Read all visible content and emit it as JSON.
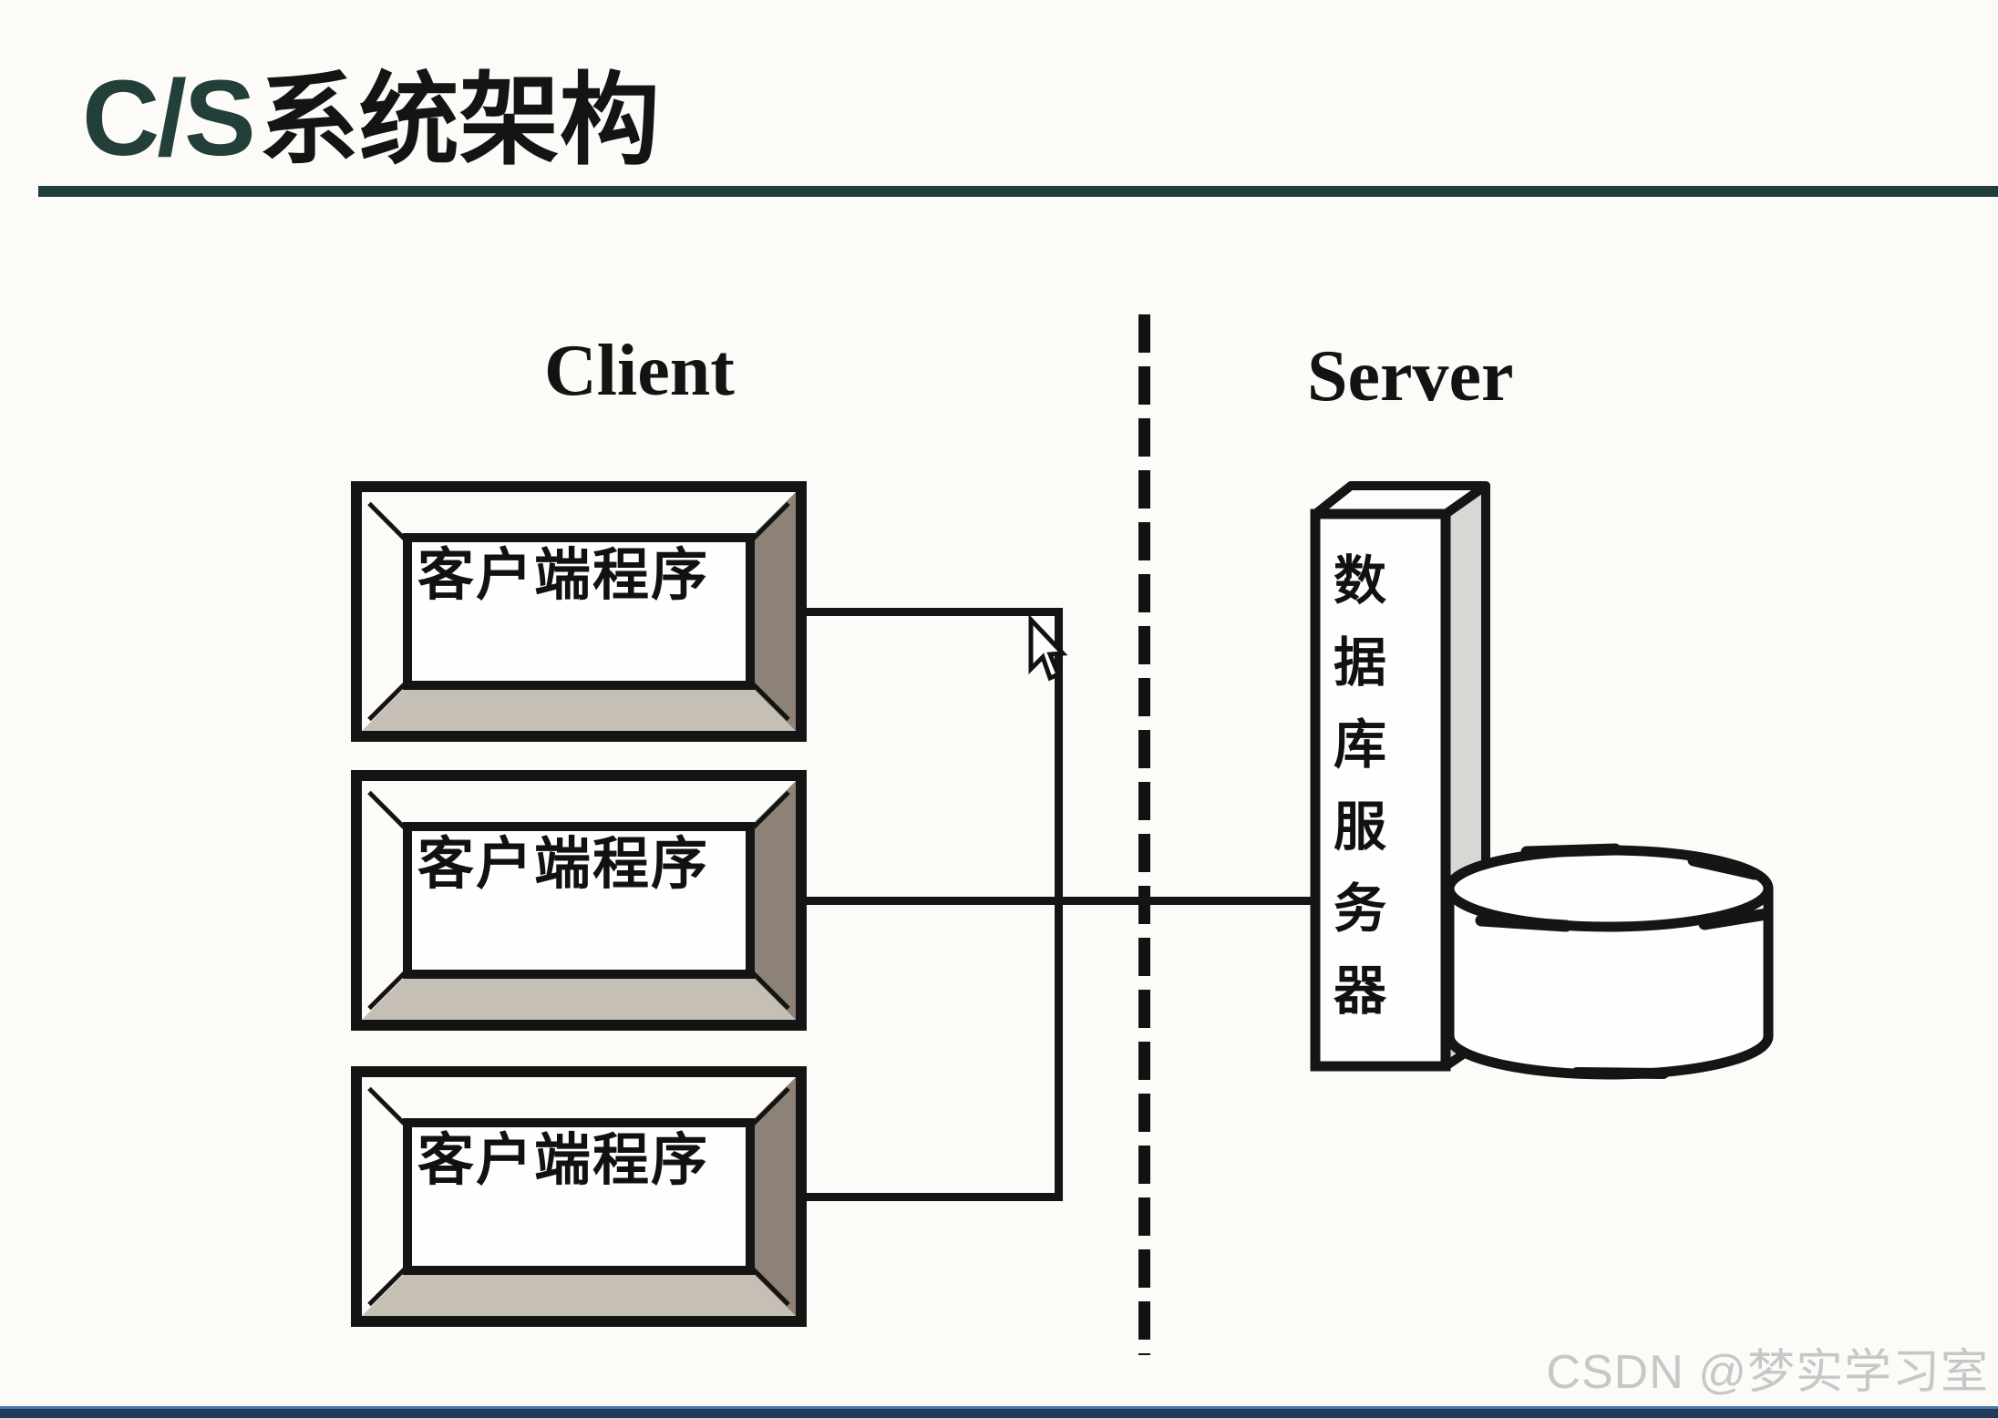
{
  "slide": {
    "title": {
      "acronym": "C/S",
      "text": "系统架构"
    },
    "client_section_label": "Client",
    "server_section_label": "Server",
    "client_boxes": [
      {
        "label": "客户端程序"
      },
      {
        "label": "客户端程序"
      },
      {
        "label": "客户端程序"
      }
    ],
    "server_box": {
      "label": "数据库服务器"
    },
    "icons": {
      "cursor": "arrow-cursor-icon",
      "database": "database-cylinder-icon",
      "divider": "dashed-boundary-line"
    },
    "colors": {
      "title_accent": "#233f3a",
      "heading_rule": "#1f3e3c",
      "diagram_ink": "#151515",
      "bevel_right": "#8d8278",
      "bevel_bottom": "#c6bfb6",
      "server_side_face": "#d9d7d3",
      "footer_bar": "#1d3a58",
      "watermark": "#c7c7c7"
    },
    "watermark": "CSDN @梦实学习室"
  }
}
